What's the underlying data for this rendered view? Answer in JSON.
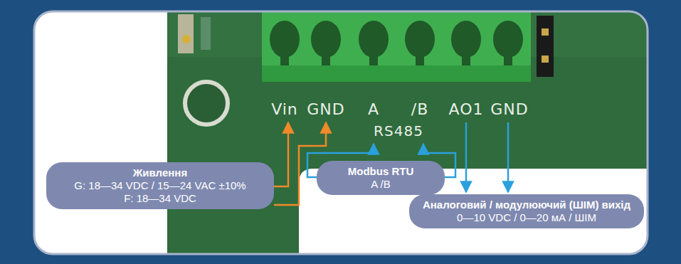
{
  "diagram": {
    "nodes": [
      {
        "text": [
          "Живлення",
          "G: 18—34 VDC / 15—24 VAC ±10%",
          "F: 18—34 VDC"
        ]
      },
      {
        "text": [
          "Modbus RTU",
          "A /B"
        ]
      },
      {
        "text": [
          "Аналоговий / модулюючий (ШІМ) вихід",
          "0—10 VDC / 0—20 мА / ШІМ"
        ]
      }
    ],
    "labels": [
      "Vin",
      "GND",
      "A",
      "/B",
      "AO1",
      "GND",
      "RS485"
    ]
  }
}
